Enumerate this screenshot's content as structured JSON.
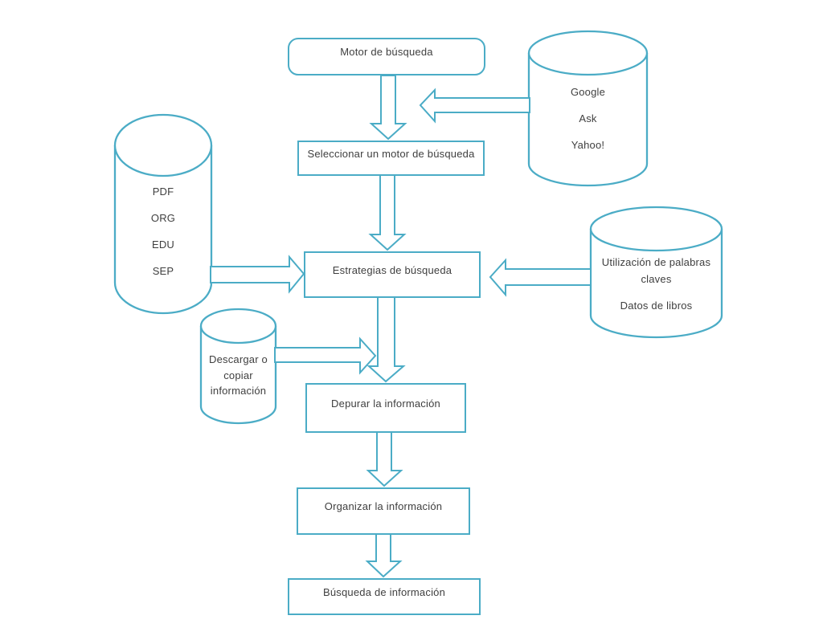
{
  "colors": {
    "stroke": "#4BACC6",
    "text": "#3F3F3F",
    "background": "#FFFFFF"
  },
  "nodes": {
    "motor": {
      "label": "Motor de búsqueda"
    },
    "seleccionar": {
      "label": "Seleccionar un motor de búsqueda"
    },
    "estrategias": {
      "label": "Estrategias de búsqueda"
    },
    "depurar": {
      "label": "Depurar la información"
    },
    "organizar": {
      "label": "Organizar la información"
    },
    "busqueda": {
      "label": "Búsqueda de información"
    },
    "search_engines": {
      "lines": [
        "Google",
        "Ask",
        "Yahoo!"
      ]
    },
    "domains": {
      "lines": [
        "PDF",
        "ORG",
        "EDU",
        "SEP"
      ]
    },
    "keywords": {
      "lines": [
        "Utilización de palabras",
        "claves",
        "Datos de libros"
      ]
    },
    "descargar": {
      "lines": [
        "Descargar o",
        "copiar",
        "información"
      ]
    }
  },
  "edges": [
    {
      "from": "motor",
      "to": "seleccionar",
      "direction": "down"
    },
    {
      "from": "search_engines",
      "to": "motor-seleccionar-flow",
      "direction": "left"
    },
    {
      "from": "seleccionar",
      "to": "estrategias",
      "direction": "down"
    },
    {
      "from": "domains",
      "to": "estrategias",
      "direction": "right"
    },
    {
      "from": "keywords",
      "to": "estrategias",
      "direction": "left"
    },
    {
      "from": "estrategias",
      "to": "depurar",
      "direction": "down"
    },
    {
      "from": "descargar",
      "to": "estrategias-depurar-flow",
      "direction": "right"
    },
    {
      "from": "depurar",
      "to": "organizar",
      "direction": "down"
    },
    {
      "from": "organizar",
      "to": "busqueda",
      "direction": "down"
    }
  ]
}
